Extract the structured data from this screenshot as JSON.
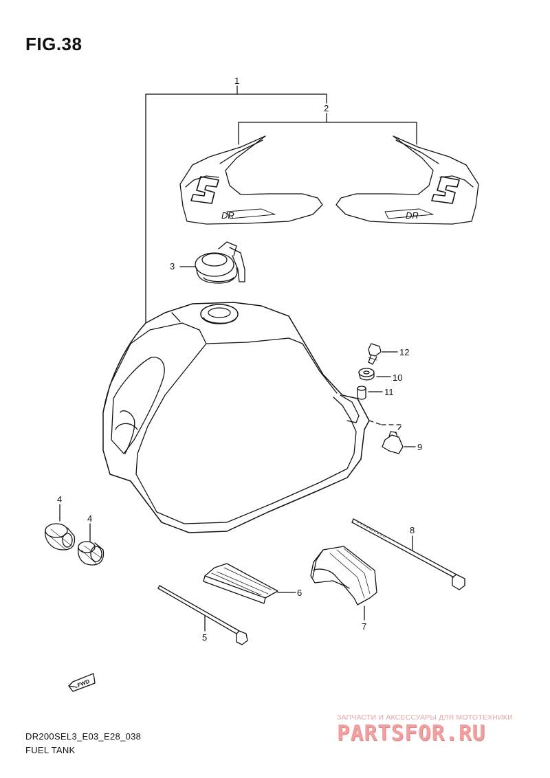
{
  "figure": {
    "title": "FIG.38",
    "model_code": "DR200SEL3_E03_E28_038",
    "part_name": "FUEL TANK"
  },
  "callouts": {
    "c1": "1",
    "c2": "2",
    "c3": "3",
    "c4a": "4",
    "c4b": "4",
    "c5": "5",
    "c6": "6",
    "c7": "7",
    "c8": "8",
    "c9": "9",
    "c10": "10",
    "c11": "11",
    "c12": "12"
  },
  "emblem": {
    "letter": "S",
    "model": "DR"
  },
  "fwd_label": "FWD",
  "watermark": {
    "tagline": "ЗАПЧАСТИ И АКСЕССУАРЫ ДЛЯ МОТОТЕХНИКИ",
    "logo": "PARTSFOR.RU"
  }
}
